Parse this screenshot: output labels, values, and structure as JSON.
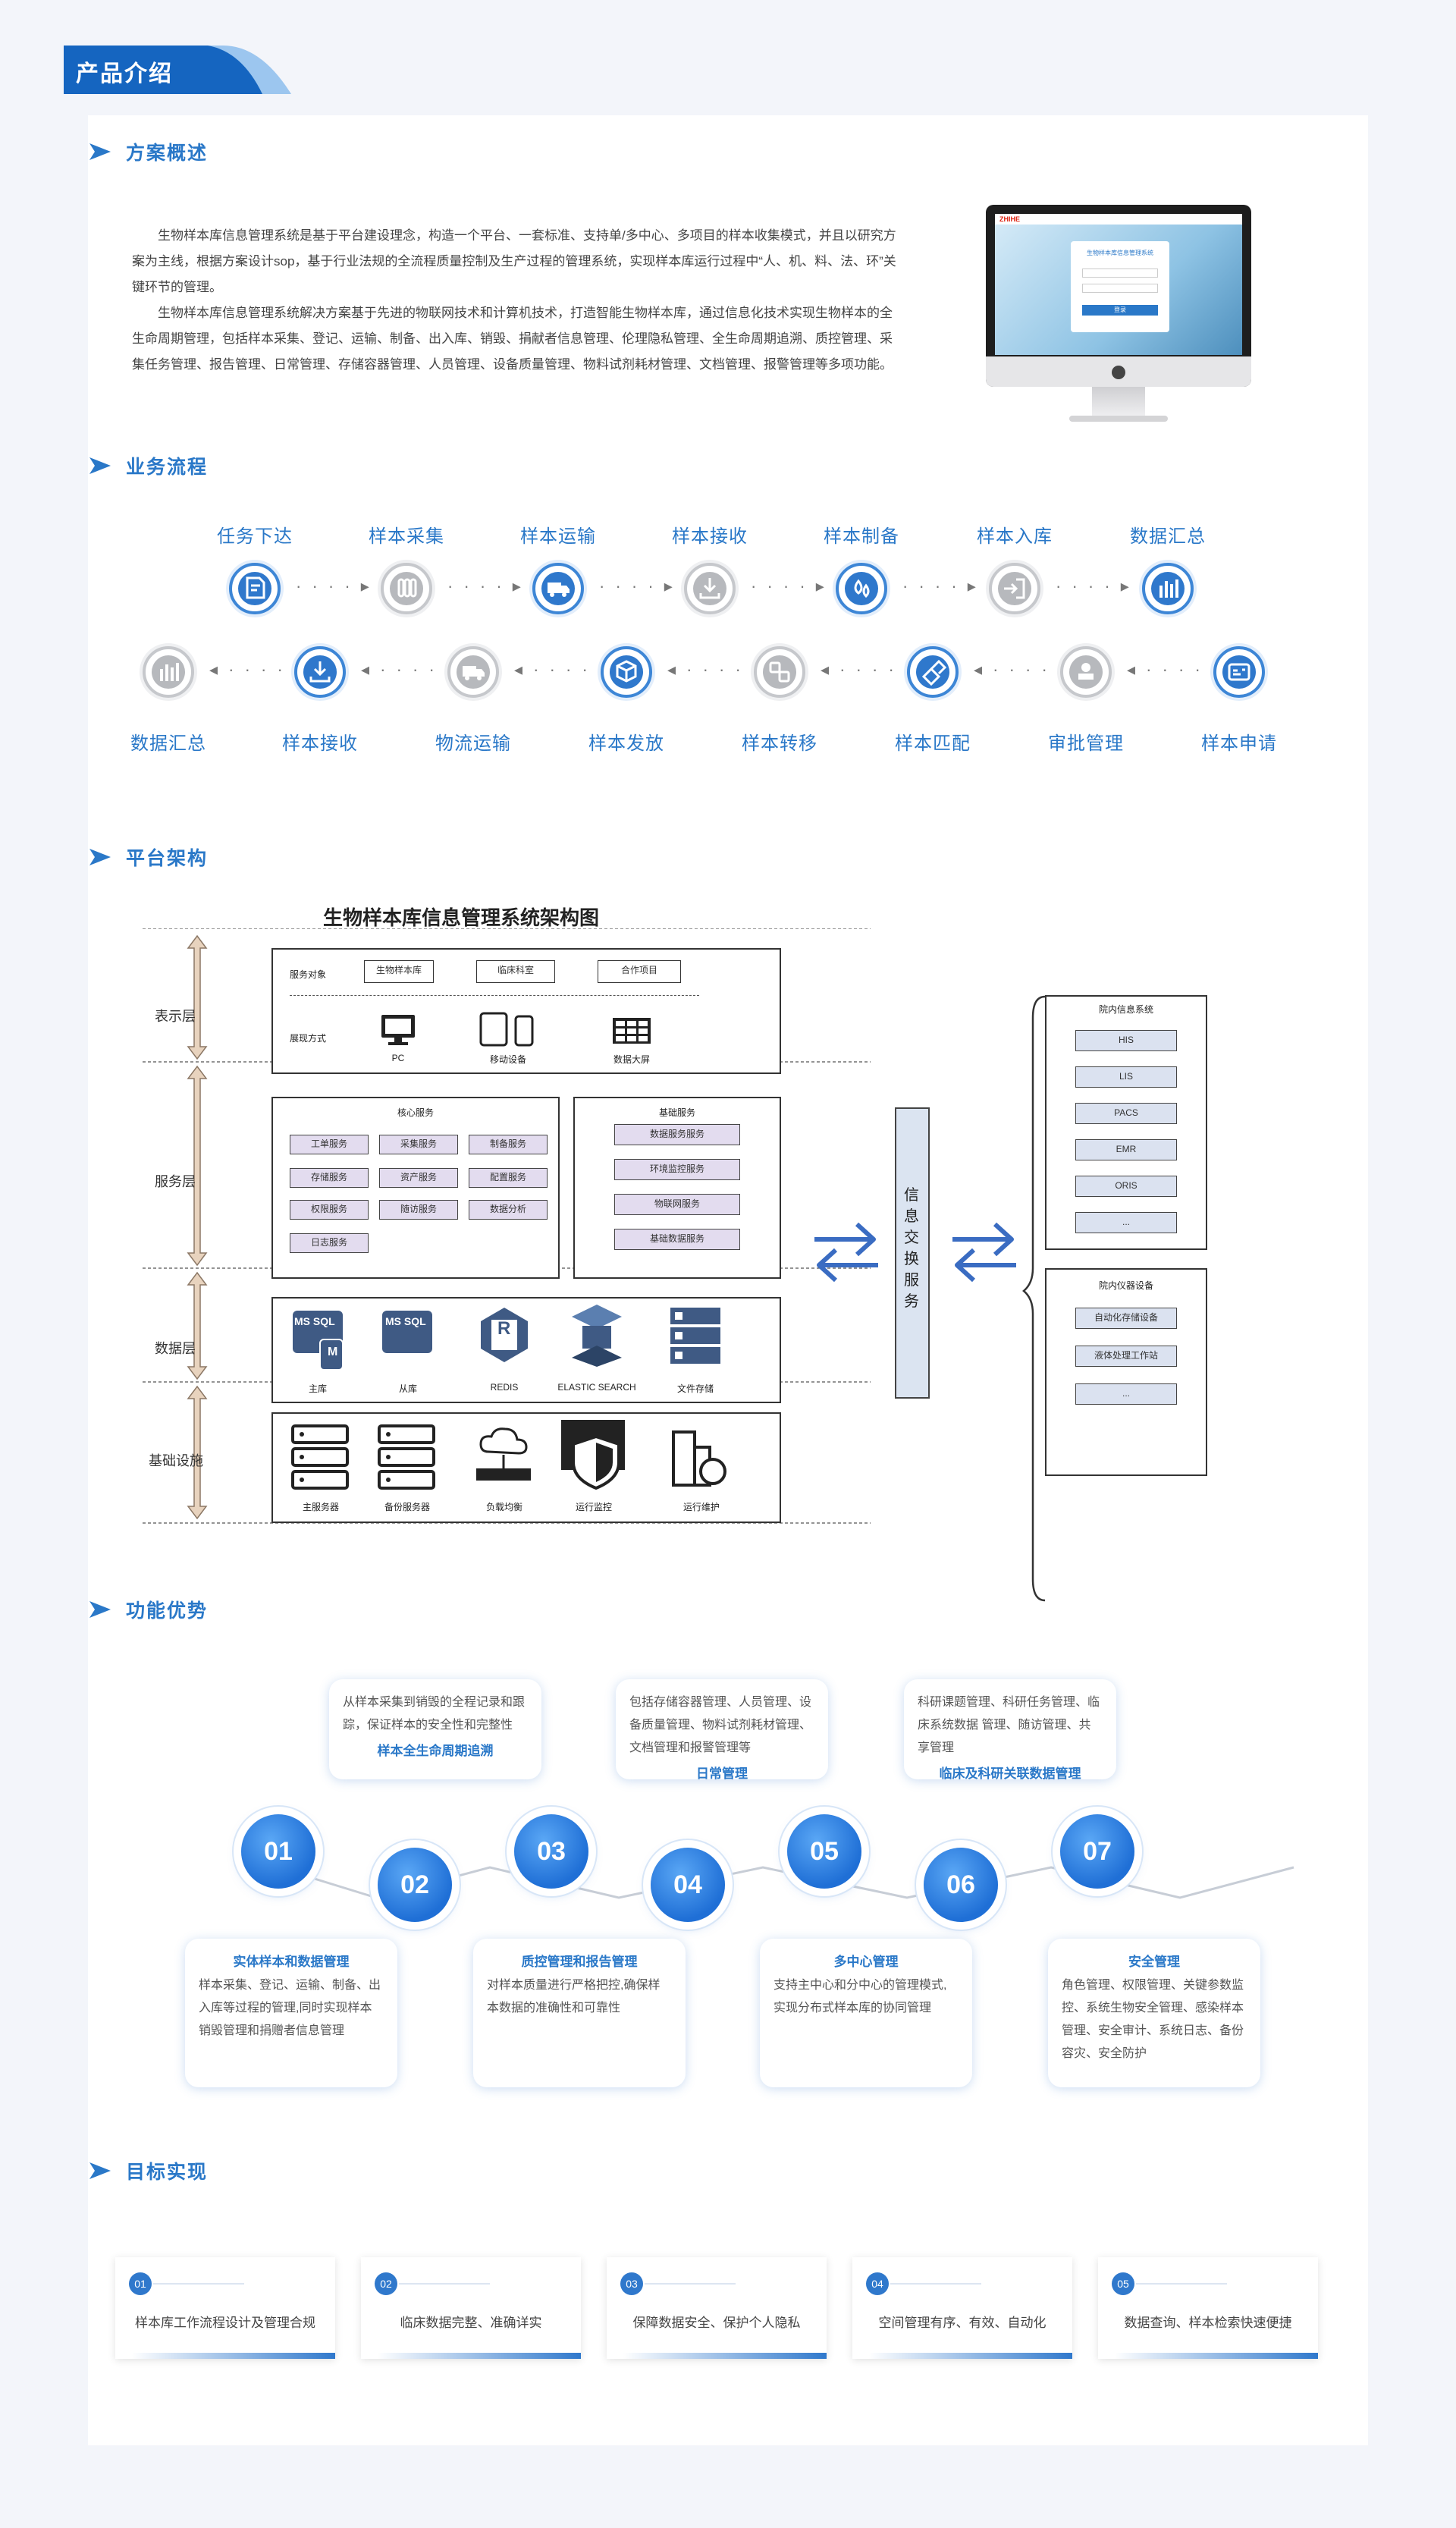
{
  "header": {
    "tab_label": "产品介绍"
  },
  "sections": {
    "overview": "方案概述",
    "flow": "业务流程",
    "arch": "平台架构",
    "advantages": "功能优势",
    "goals": "目标实现"
  },
  "overview": {
    "para1": "生物样本库信息管理系统是基于平台建设理念，构造一个平台、一套标准、支持单/多中心、多项目的样本收集模式，并且以研究方案为主线，根据方案设计sop，基于行业法规的全流程质量控制及生产过程的管理系统，实现样本库运行过程中“人、机、料、法、环”关键环节的管理。",
    "para2": "生物样本库信息管理系统解决方案基于先进的物联网技术和计算机技术，打造智能生物样本库，通过信息化技术实现生物样本的全生命周期管理，包括样本采集、登记、运输、制备、出入库、销毁、捐献者信息管理、伦理隐私管理、全生命周期追溯、质控管理、采集任务管理、报告管理、日常管理、存储容器管理、人员管理、设备质量管理、物料试剂耗材管理、文档管理、报警管理等多项功能。",
    "monitor": {
      "brand": "ZHIHE",
      "app_title": "生物样本库信息管理系统",
      "login_button": "登录"
    }
  },
  "flow": {
    "row1": [
      "任务下达",
      "样本采集",
      "样本运输",
      "样本接收",
      "样本制备",
      "样本入库",
      "数据汇总"
    ],
    "row2": [
      "数据汇总",
      "样本接收",
      "物流运输",
      "样本发放",
      "样本转移",
      "样本匹配",
      "审批管理",
      "样本申请"
    ],
    "dots_right": "· · · · ▸",
    "dots_left": "◂ · · · ·"
  },
  "architecture": {
    "title": "生物样本库信息管理系统架构图",
    "layers": [
      "表示层",
      "服务层",
      "数据层",
      "基础设施"
    ],
    "presentation": {
      "service_target_label": "服务对象",
      "targets": [
        "生物样本库",
        "临床科室",
        "合作项目"
      ],
      "display_label": "展现方式",
      "devices": [
        "PC",
        "移动设备",
        "数据大屏"
      ]
    },
    "core_services": {
      "title": "核心服务",
      "items": [
        "工单服务",
        "采集服务",
        "制备服务",
        "存储服务",
        "资产服务",
        "配置服务",
        "权限服务",
        "随访服务",
        "数据分析",
        "日志服务"
      ]
    },
    "base_services": {
      "title": "基础服务",
      "items": [
        "数据服务服务",
        "环境监控服务",
        "物联网服务",
        "基础数据服务"
      ]
    },
    "data_layer": {
      "icons": [
        "MS SQL",
        "MS SQL",
        "R",
        "",
        ""
      ],
      "captions": [
        "主库",
        "从库",
        "REDIS",
        "ELASTIC SEARCH",
        "文件存储"
      ],
      "ms_badge": "M"
    },
    "infra": [
      "主服务器",
      "备份服务器",
      "负载均衡",
      "运行监控",
      "运行维护"
    ],
    "exchange": "信息交换服务",
    "hospital_info": {
      "title": "院内信息系统",
      "items": [
        "HIS",
        "LIS",
        "PACS",
        "EMR",
        "ORIS",
        "..."
      ]
    },
    "hospital_devices": {
      "title": "院内仪器设备",
      "items": [
        "自动化存储设备",
        "液体处理工作站",
        "..."
      ]
    }
  },
  "advantages": {
    "items": [
      {
        "num": "01",
        "title": "实体样本和数据管理",
        "desc": "样本采集、登记、运输、制备、出入库等过程的管理,同时实现样本销毁管理和捐赠者信息管理"
      },
      {
        "num": "02",
        "title": "样本全生命周期追溯",
        "desc": "从样本采集到销毁的全程记录和跟踪，保证样本的安全性和完整性"
      },
      {
        "num": "03",
        "title": "质控管理和报告管理",
        "desc": "对样本质量进行严格把控,确保样本数据的准确性和可靠性"
      },
      {
        "num": "04",
        "title": "日常管理",
        "desc": "包括存储容器管理、人员管理、设备质量管理、物料试剂耗材管理、文档管理和报警管理等"
      },
      {
        "num": "05",
        "title": "多中心管理",
        "desc": "支持主中心和分中心的管理模式,实现分布式样本库的协同管理"
      },
      {
        "num": "06",
        "title": "临床及科研关联数据管理",
        "desc": "科研课题管理、科研任务管理、临床系统数据 管理、随访管理、共享管理"
      },
      {
        "num": "07",
        "title": "安全管理",
        "desc": "角色管理、权限管理、关键参数监控、系统生物安全管理、感染样本管理、安全审计、系统日志、备份容灾、安全防护"
      }
    ]
  },
  "goals": [
    {
      "num": "01",
      "text": "样本库工作流程设计及管理合规"
    },
    {
      "num": "02",
      "text": "临床数据完整、准确详实"
    },
    {
      "num": "03",
      "text": "保障数据安全、保护个人隐私"
    },
    {
      "num": "04",
      "text": "空间管理有序、有效、自动化"
    },
    {
      "num": "05",
      "text": "数据查询、样本检索快速便捷"
    }
  ],
  "colors": {
    "accent": "#2a78c8",
    "tab": "#1565c0",
    "service_fill": "#e3dcef"
  }
}
